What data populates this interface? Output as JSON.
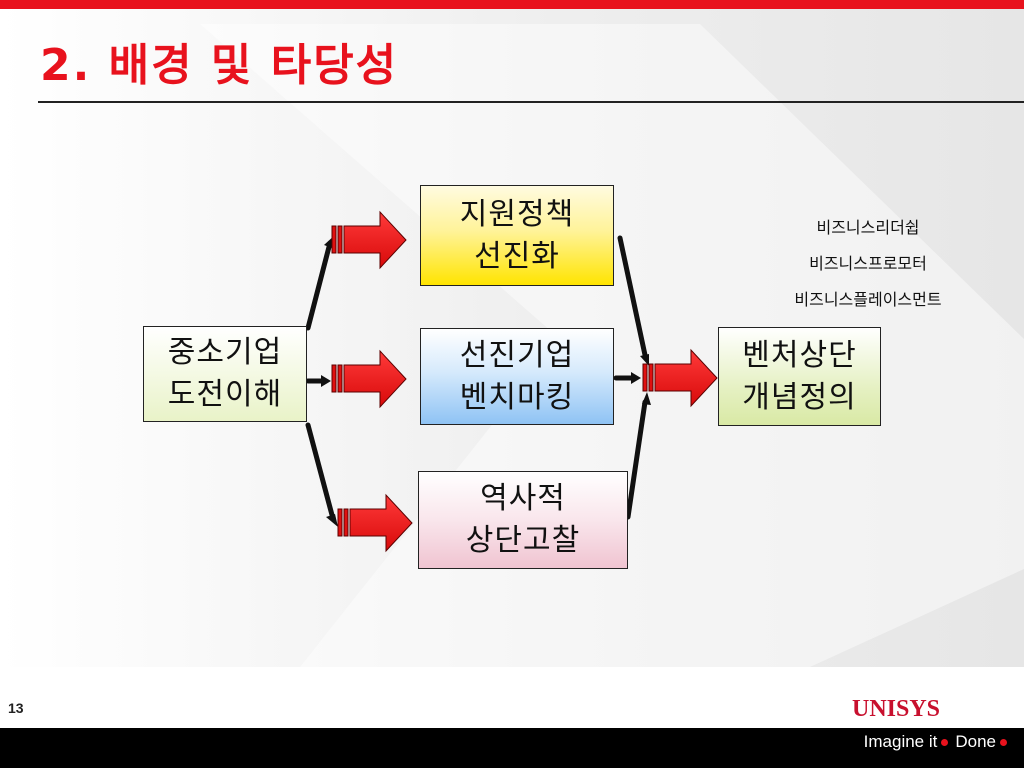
{
  "slide": {
    "title": "2. 배경 및 타당성",
    "page_number": "13"
  },
  "boxes": {
    "left": {
      "line1": "중소기업",
      "line2": "도전이해"
    },
    "policy": {
      "line1": "지원정책",
      "line2": "선진화"
    },
    "benchmark": {
      "line1": "선진기업",
      "line2": "벤치마킹"
    },
    "history": {
      "line1": "역사적",
      "line2": "상단고찰"
    },
    "result": {
      "line1": "벤처상단",
      "line2": "개념정의"
    }
  },
  "terms": [
    "비즈니스리더쉽",
    "비즈니스프로모터",
    "비즈니스플레이스먼트"
  ],
  "footer": {
    "logo": "UNISYS",
    "tagline_1": "Imagine it",
    "tagline_2": "Done"
  },
  "colors": {
    "accent": "#e8121d",
    "arrow_red": "#ee1111",
    "policy_box": "#ffe400",
    "benchmark_box": "#8fc3f4",
    "history_box": "#f0c4d1",
    "green_box": "#e6f1c4"
  },
  "icons": [
    "big-arrow-icon",
    "connector-arrow-icon"
  ]
}
